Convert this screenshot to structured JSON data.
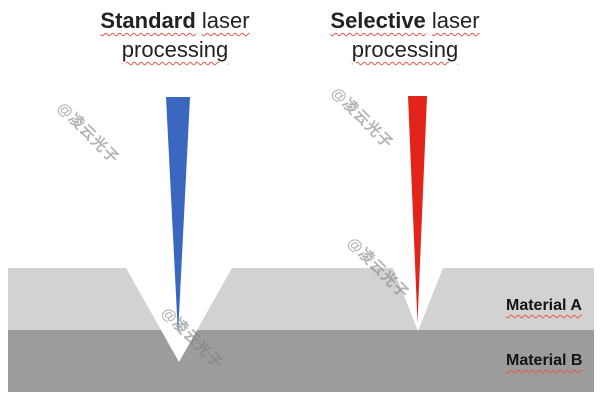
{
  "titles": {
    "left": {
      "word1": "Standard",
      "rest": "laser",
      "line2": "processing"
    },
    "right": {
      "word1": "Selective",
      "rest": "laser",
      "line2": "processing"
    }
  },
  "materials": {
    "a": "Material A",
    "b": "Material B"
  },
  "watermark": {
    "text": "@凌云光子"
  },
  "colors": {
    "beam_standard": "#3a67c0",
    "beam_selective": "#e3241a",
    "material_a": "#d2d2d2",
    "material_b": "#9c9c9c",
    "squiggle_underline": "#e2574a"
  }
}
